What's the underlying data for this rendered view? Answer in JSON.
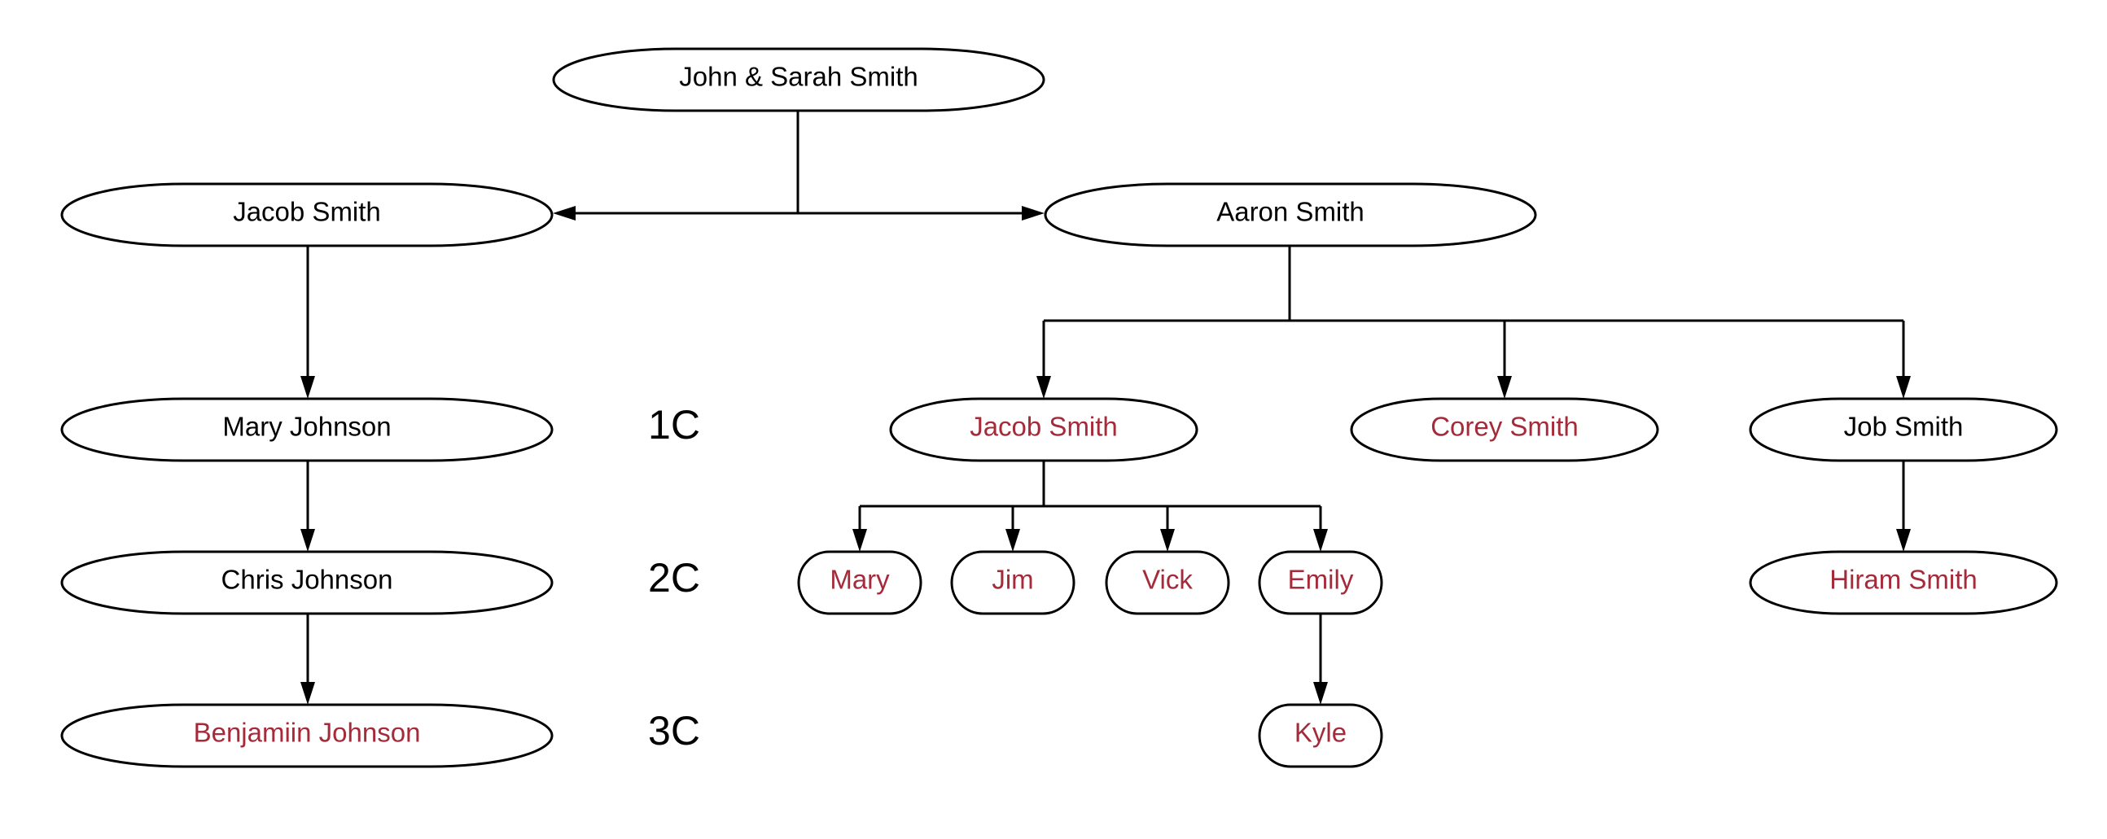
{
  "colors": {
    "default_text": "#000000",
    "highlight_text": "#A52A3A",
    "line": "#000000"
  },
  "nodes": {
    "john_sarah": {
      "label": "John & Sarah Smith",
      "highlight": false
    },
    "jacob_left": {
      "label": "Jacob Smith",
      "highlight": false
    },
    "aaron": {
      "label": "Aaron Smith",
      "highlight": false
    },
    "mary_johnson": {
      "label": "Mary Johnson",
      "highlight": false
    },
    "chris_johnson": {
      "label": "Chris Johnson",
      "highlight": false
    },
    "benjamin_johnson": {
      "label": "Benjamiin Johnson",
      "highlight": true
    },
    "jacob_right": {
      "label": "Jacob Smith",
      "highlight": true
    },
    "corey": {
      "label": "Corey Smith",
      "highlight": true
    },
    "job": {
      "label": "Job Smith",
      "highlight": false
    },
    "mary": {
      "label": "Mary",
      "highlight": true
    },
    "jim": {
      "label": "Jim",
      "highlight": true
    },
    "vick": {
      "label": "Vick",
      "highlight": true
    },
    "emily": {
      "label": "Emily",
      "highlight": true
    },
    "hiram": {
      "label": "Hiram Smith",
      "highlight": true
    },
    "kyle": {
      "label": "Kyle",
      "highlight": true
    }
  },
  "generation_labels": {
    "first": "1C",
    "second": "2C",
    "third": "3C"
  }
}
